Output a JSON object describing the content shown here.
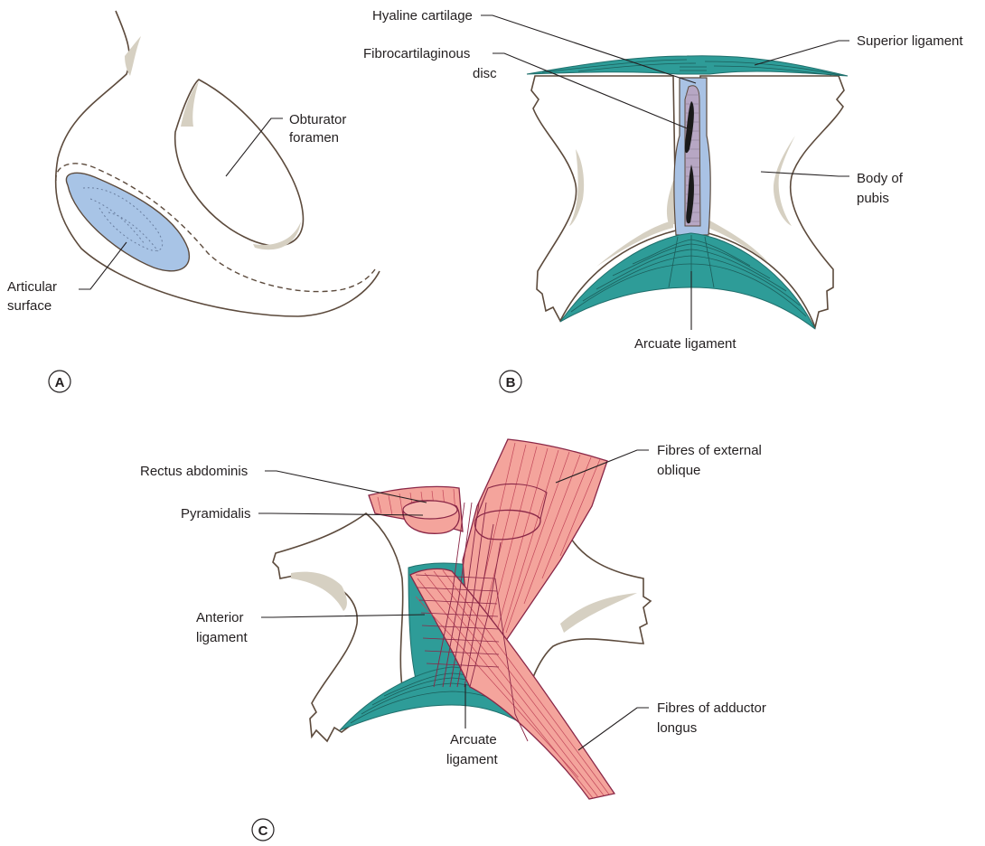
{
  "panels": {
    "a": {
      "letter": "A",
      "labels": {
        "obturator_foramen": [
          "Obturator",
          "foramen"
        ],
        "articular_surface": [
          "Articular",
          "surface"
        ]
      }
    },
    "b": {
      "letter": "B",
      "labels": {
        "hyaline_cartilage": [
          "Hyaline cartilage"
        ],
        "fibrocartilaginous_disc": [
          "Fibrocartilaginous",
          "disc"
        ],
        "superior_ligament": [
          "Superior ligament"
        ],
        "body_of_pubis": [
          "Body of",
          "pubis"
        ],
        "arcuate_ligament": [
          "Arcuate ligament"
        ]
      }
    },
    "c": {
      "letter": "C",
      "labels": {
        "rectus_abdominis": [
          "Rectus abdominis"
        ],
        "pyramidalis": [
          "Pyramidalis"
        ],
        "fibres_external_oblique": [
          "Fibres of external",
          "oblique"
        ],
        "anterior_ligament": [
          "Anterior",
          "ligament"
        ],
        "arcuate_ligament": [
          "Arcuate",
          "ligament"
        ],
        "fibres_adductor_longus": [
          "Fibres of adductor",
          "longus"
        ]
      }
    }
  },
  "colors": {
    "articular_surface": "#a8c4e6",
    "hyaline_cartilage": "#a9c2e4",
    "disc": "#b7a7c4",
    "ligament": "#2e9c98",
    "muscle": "#f4a49c",
    "bone_shading": "#d6d0c2",
    "outline": "#5c4a3c"
  }
}
